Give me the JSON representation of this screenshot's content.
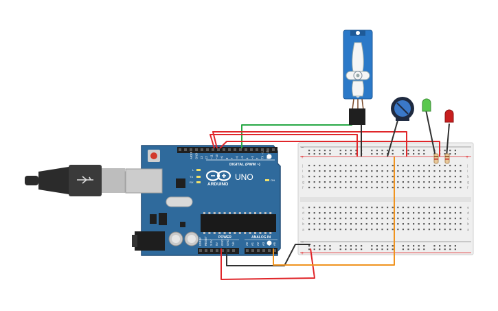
{
  "arduino": {
    "brand": "ARDUINO",
    "model": "UNO",
    "digital_label": "DIGITAL (PWM ~)",
    "power_label": "POWER",
    "analog_label": "ANALOG IN",
    "on_label": "ON",
    "l_label": "L",
    "tx_label": "TX",
    "rx_label": "RX",
    "digital_pins": [
      "AREF",
      "GND",
      "13",
      "12",
      "~11",
      "~10",
      "~9",
      "8",
      "7",
      "~6",
      "~5",
      "4",
      "~3",
      "2",
      "TX→1",
      "RX←0"
    ],
    "power_pins": [
      "IOREF",
      "RESET",
      "3.3V",
      "5V",
      "GND",
      "GND",
      "Vin"
    ],
    "analog_pins": [
      "A0",
      "A1",
      "A2",
      "A3",
      "A4",
      "A5"
    ]
  },
  "breadboard": {
    "row_letters_top": [
      "j",
      "i",
      "h",
      "g",
      "f"
    ],
    "row_letters_bottom": [
      "e",
      "d",
      "c",
      "b",
      "a"
    ],
    "plus": "+",
    "minus": "−"
  },
  "colors": {
    "board": "#2f6a9c",
    "board_edge": "#234f78",
    "wire_red": "#e0262a",
    "wire_black": "#303030",
    "wire_green": "#27a844",
    "wire_orange": "#f0931e",
    "servo": "#2b79c8",
    "breadboard": "#efefef",
    "led_green": "#5ac84e",
    "led_red": "#c81e1e"
  }
}
